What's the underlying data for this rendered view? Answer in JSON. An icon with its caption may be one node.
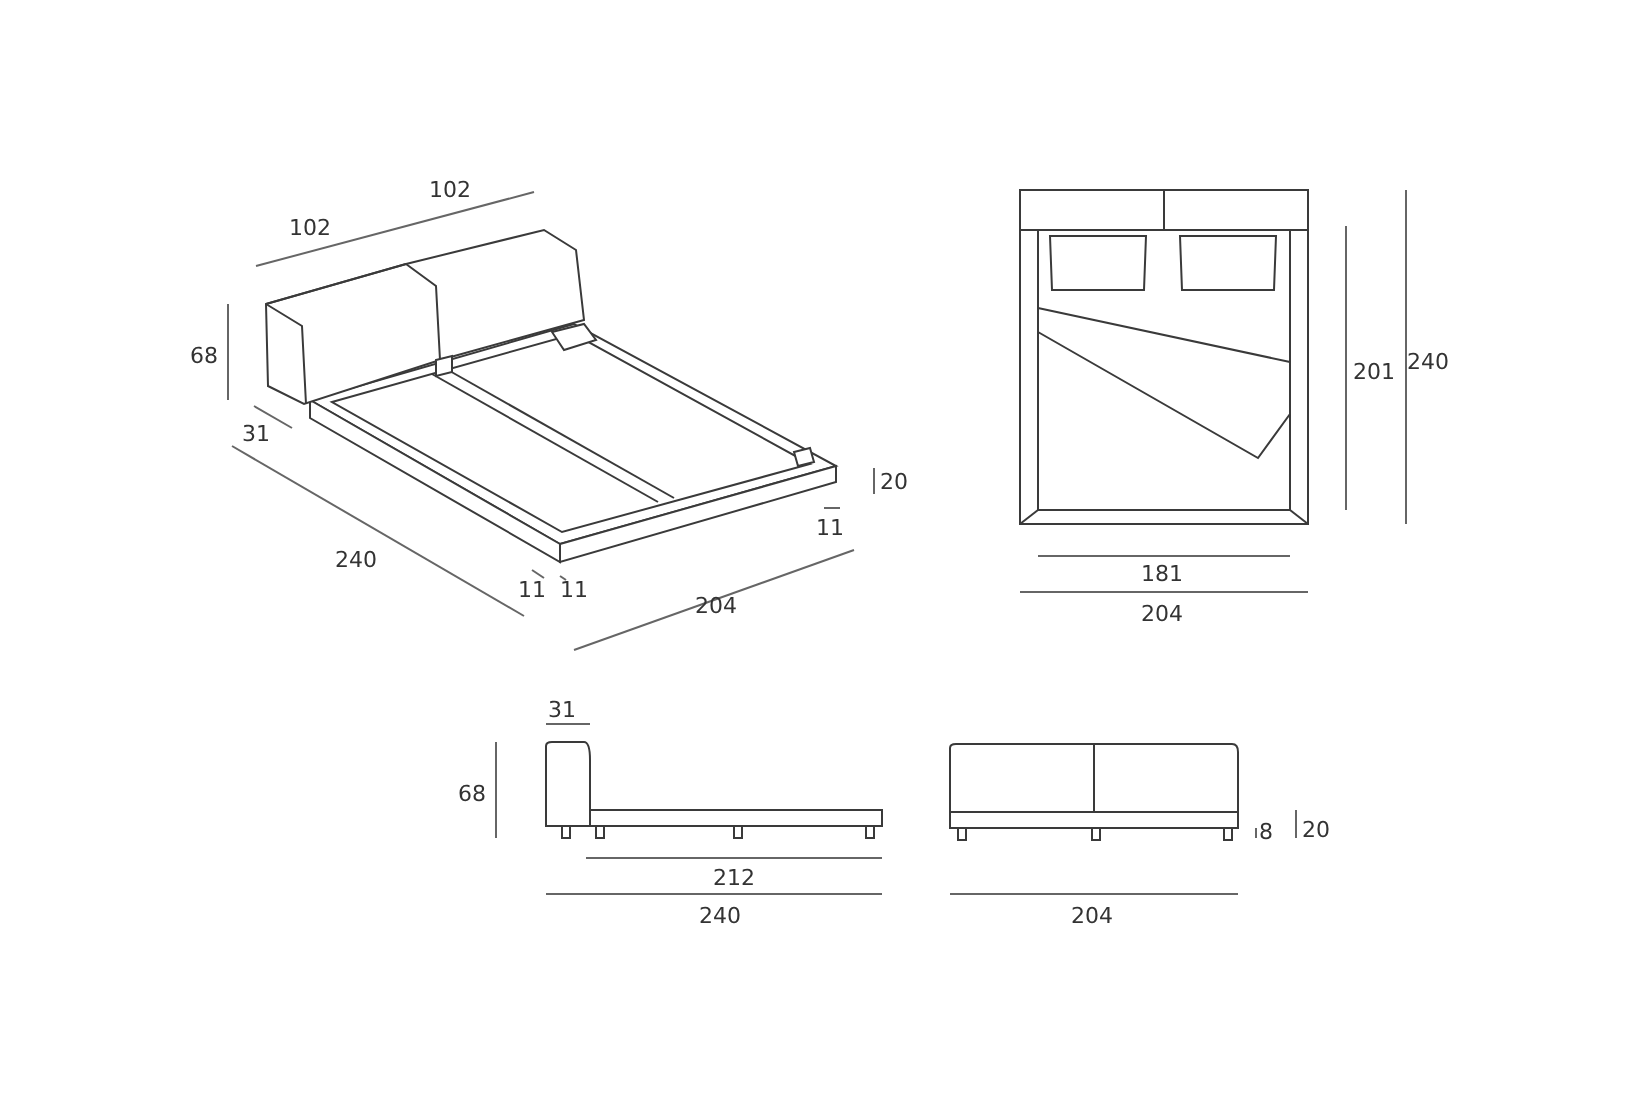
{
  "diagram": {
    "labels": [
      "102",
      "102",
      "68",
      "31",
      "240",
      "20",
      "11",
      "11",
      "11",
      "204",
      "201",
      "240",
      "181",
      "204",
      "31",
      "68",
      "8",
      "20",
      "212",
      "240",
      "204"
    ]
  }
}
